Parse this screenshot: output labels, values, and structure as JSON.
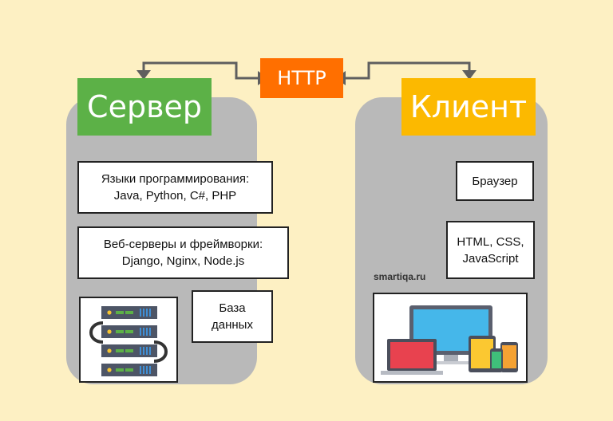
{
  "protocol": {
    "label": "HTTP"
  },
  "server": {
    "title": "Сервер",
    "items": [
      {
        "text": "Языки программирования:\nJava, Python, C#, PHP"
      },
      {
        "text": "Веб-серверы и фреймворки:\nDjango, Nginx, Node.js"
      },
      {
        "text": "База\nданных"
      }
    ],
    "image_icon": "server-rack-icon"
  },
  "client": {
    "title": "Клиент",
    "items": [
      {
        "text": "Браузер"
      },
      {
        "text": "HTML, CSS,\nJavaScript"
      }
    ],
    "watermark": "smartiqa.ru",
    "image_icon": "devices-icon"
  },
  "colors": {
    "background": "#fdf0c3",
    "server_header": "#5cb147",
    "client_header": "#fcb900",
    "http": "#ff6f00",
    "panel": "#b9b9b9",
    "arrow": "#5f5f5f"
  }
}
